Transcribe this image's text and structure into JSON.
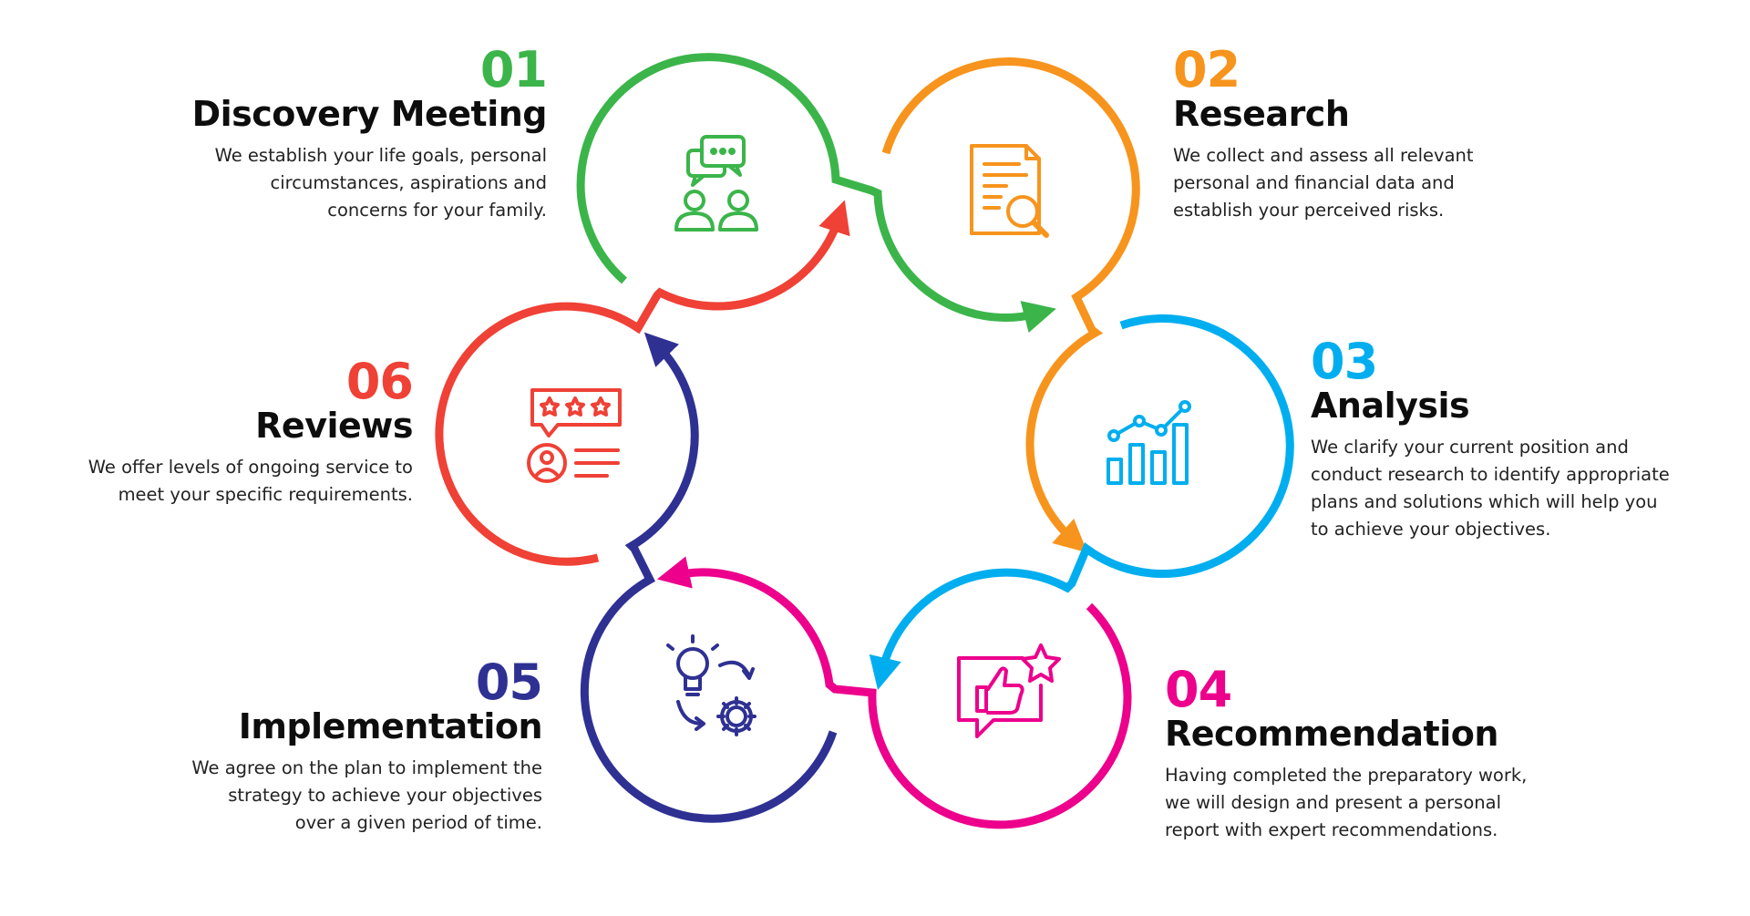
{
  "colors": {
    "green": "#3bb54a",
    "orange": "#f7941d",
    "blue": "#00aeef",
    "magenta": "#ec008c",
    "navy": "#2e3192",
    "red": "#ef4136"
  },
  "steps": [
    {
      "number": "01",
      "title": "Discovery Meeting",
      "icon": "meeting-chat-icon",
      "color": "#3bb54a",
      "lines": [
        "We establish your life goals, personal",
        "circumstances, aspirations and",
        "concerns for your family."
      ]
    },
    {
      "number": "02",
      "title": "Research",
      "icon": "document-search-icon",
      "color": "#f7941d",
      "lines": [
        "We collect and assess all relevant",
        "personal and financial data and",
        "establish your perceived risks."
      ]
    },
    {
      "number": "03",
      "title": "Analysis",
      "icon": "analytics-chart-icon",
      "color": "#00aeef",
      "lines": [
        "We clarify your current position and",
        "conduct research to identify appropriate",
        "plans and solutions which will help you",
        "to achieve your objectives."
      ]
    },
    {
      "number": "04",
      "title": "Recommendation",
      "icon": "thumbs-up-star-icon",
      "color": "#ec008c",
      "lines": [
        "Having completed the preparatory work,",
        "we will design and present a personal",
        "report with expert recommendations."
      ]
    },
    {
      "number": "05",
      "title": "Implementation",
      "icon": "idea-gear-cycle-icon",
      "color": "#2e3192",
      "lines": [
        "We agree on the plan to implement the",
        "strategy to achieve your objectives",
        "over a given period of time."
      ]
    },
    {
      "number": "06",
      "title": "Reviews",
      "icon": "rating-review-icon",
      "color": "#ef4136",
      "lines": [
        "We offer levels of ongoing service  to",
        "meet your specific requirements."
      ]
    }
  ]
}
